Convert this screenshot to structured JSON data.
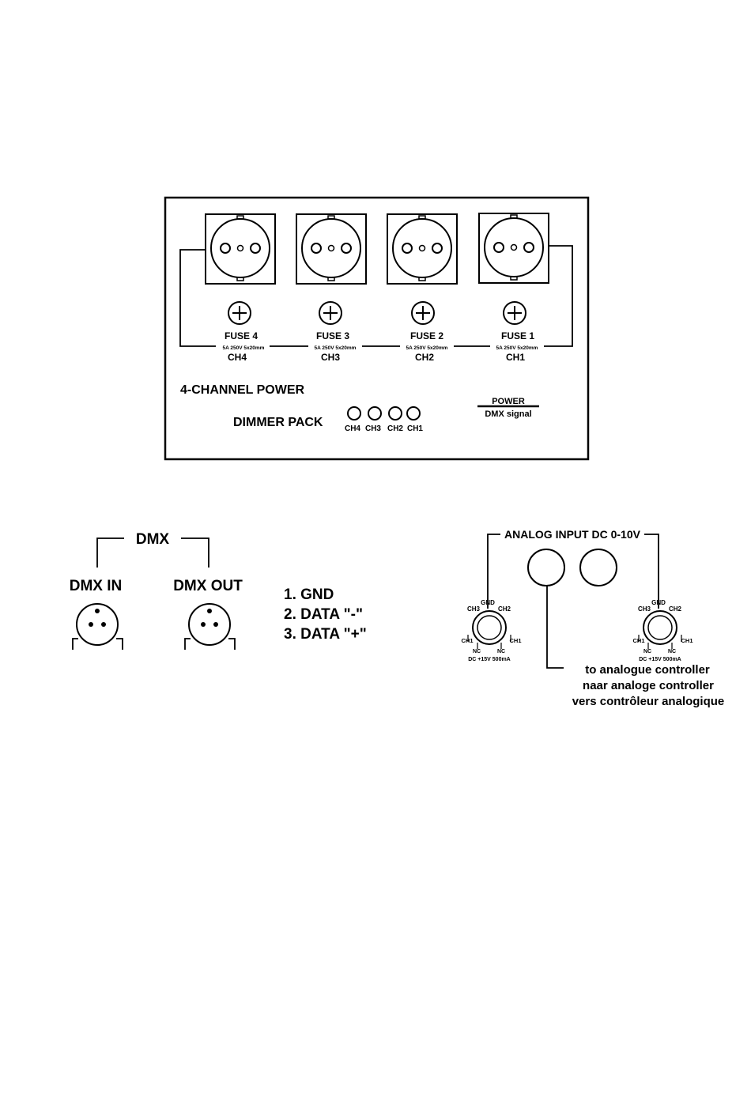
{
  "panel": {
    "title_line1": "4-CHANNEL POWER",
    "title_line2": "DIMMER PACK",
    "outlets": [
      {
        "fuse": "FUSE 4",
        "rating": "5A 250V 5x20mm",
        "channel": "CH4"
      },
      {
        "fuse": "FUSE 3",
        "rating": "5A 250V 5x20mm",
        "channel": "CH3"
      },
      {
        "fuse": "FUSE 2",
        "rating": "5A 250V 5x20mm",
        "channel": "CH2"
      },
      {
        "fuse": "FUSE 1",
        "rating": "5A 250V 5x20mm",
        "channel": "CH1"
      }
    ],
    "leds": [
      "CH4",
      "CH3",
      "CH2",
      "CH1"
    ],
    "power_label": "POWER",
    "dmx_signal_label": "DMX signal"
  },
  "dmx": {
    "group_label": "DMX",
    "in_label": "DMX IN",
    "out_label": "DMX OUT",
    "pins": [
      "1. GND",
      "2. DATA \"-\"",
      "3. DATA \"+\""
    ]
  },
  "analog": {
    "title": "ANALOG INPUT DC 0-10V",
    "connector": {
      "gnd": "GND",
      "ch3": "CH3",
      "ch2": "CH2",
      "ch1_left": "CH1",
      "ch1_right": "CH1",
      "nc_left": "NC",
      "nc_right": "NC",
      "power": "DC +15V 500mA"
    },
    "note_lines": [
      "to analogue controller",
      "naar analoge controller",
      "vers contrôleur analogique"
    ]
  }
}
